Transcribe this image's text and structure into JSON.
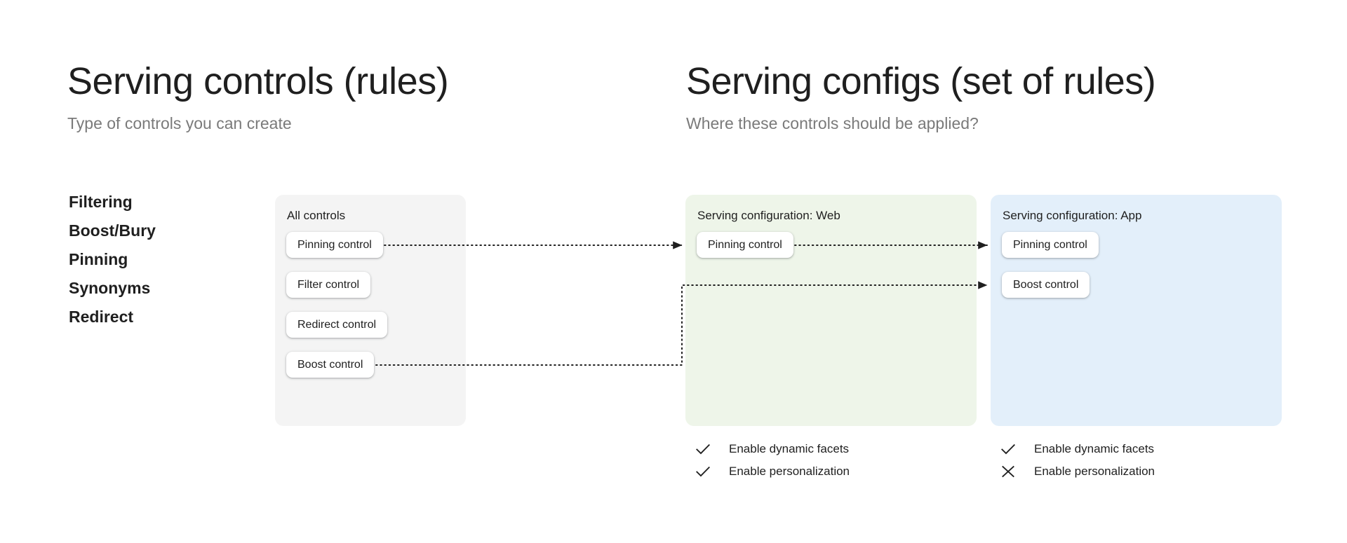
{
  "left_section": {
    "title": "Serving controls (rules)",
    "subtitle": "Type of controls you can create",
    "control_types": [
      "Filtering",
      "Boost/Bury",
      "Pinning",
      "Synonyms",
      "Redirect"
    ]
  },
  "right_section": {
    "title": "Serving configs (set of rules)",
    "subtitle": "Where these controls should be applied?"
  },
  "all_controls_panel": {
    "label": "All controls",
    "background": "#f4f4f4",
    "chips": [
      "Pinning control",
      "Filter control",
      "Redirect control",
      "Boost control"
    ]
  },
  "serving_configs": [
    {
      "label": "Serving configuration: Web",
      "background": "#eef5e9",
      "chips": [
        "Pinning control"
      ],
      "features": [
        {
          "label": "Enable dynamic facets",
          "state": "check"
        },
        {
          "label": "Enable personalization",
          "state": "check"
        }
      ]
    },
    {
      "label": "Serving configuration: App",
      "background": "#e3effa",
      "chips": [
        "Pinning control",
        "Boost control"
      ],
      "features": [
        {
          "label": "Enable dynamic facets",
          "state": "check"
        },
        {
          "label": "Enable personalization",
          "state": "cross"
        }
      ]
    }
  ],
  "connectors": {
    "style": "dotted-arrow",
    "color": "#1f1f1f",
    "flows": [
      {
        "from": "Pinning control (All controls)",
        "to": "Pinning control (Web)"
      },
      {
        "from": "Pinning control (Web)",
        "to": "Pinning control (App)"
      },
      {
        "from": "Boost control (All controls)",
        "to": "Boost control (App)"
      }
    ]
  },
  "icons": {
    "check": "check-icon",
    "cross": "cross-icon"
  }
}
